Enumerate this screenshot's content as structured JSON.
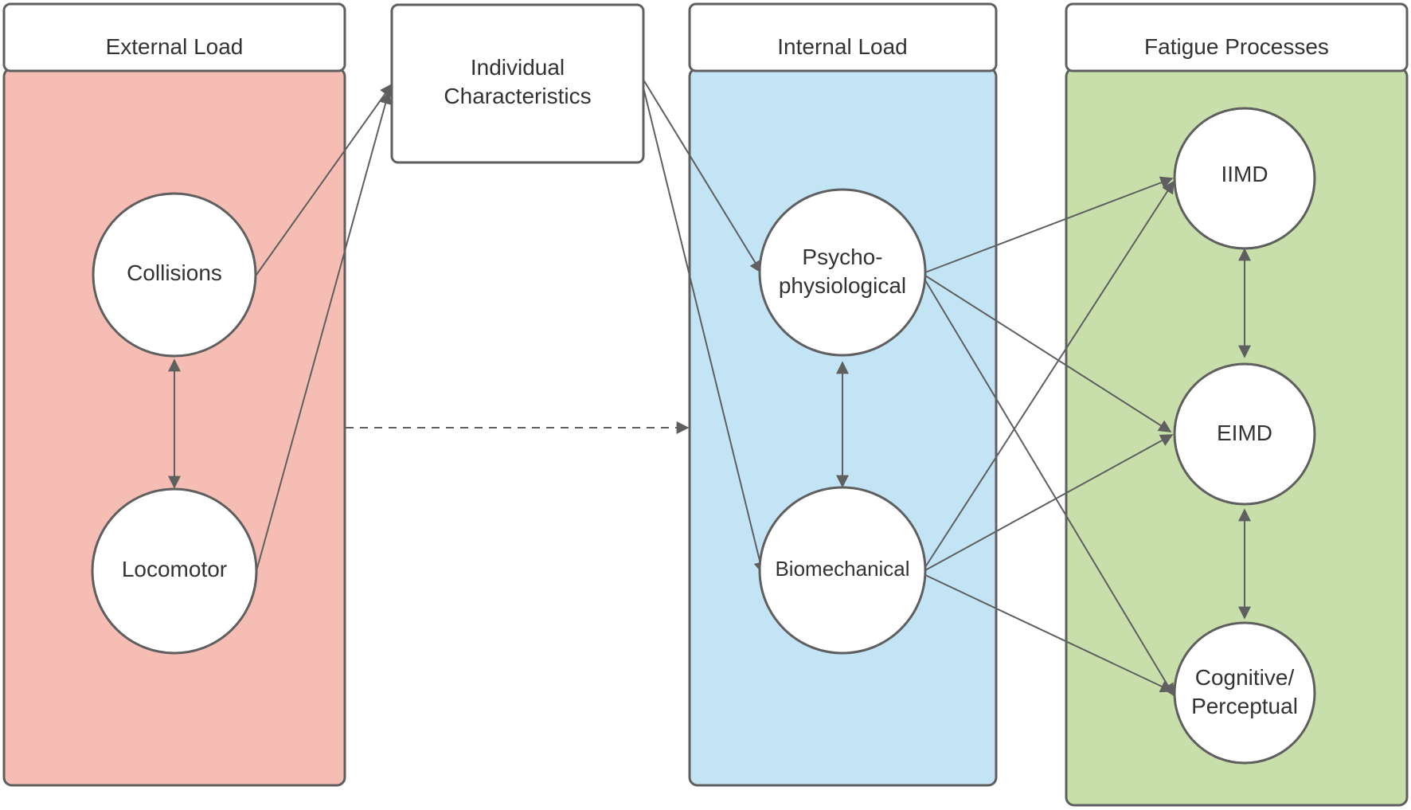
{
  "colors": {
    "external": "#f6bdb4",
    "internal": "#c3e4f4",
    "fatigue": "#c8dfab",
    "line": "#5f5f5f"
  },
  "panels": {
    "external_load": "External Load",
    "internal_load": "Internal Load",
    "fatigue_processes": "Fatigue Processes"
  },
  "individual": {
    "line1": "Individual",
    "line2": "Characteristics"
  },
  "nodes": {
    "collisions": "Collisions",
    "locomotor": "Locomotor",
    "psycho_line1": "Psycho-",
    "psycho_line2": "physiological",
    "biomechanical": "Biomechanical",
    "iimd": "IIMD",
    "eimd": "EIMD",
    "cognitive_line1": "Cognitive/",
    "cognitive_line2": "Perceptual"
  }
}
